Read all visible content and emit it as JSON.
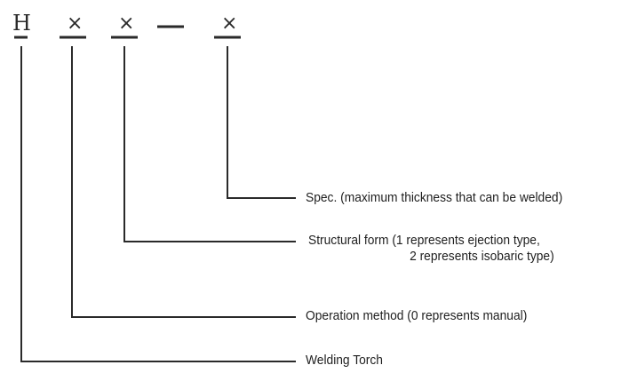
{
  "code": {
    "prefix": "H",
    "placeholder1": "×",
    "placeholder2": "×",
    "separator": "—",
    "placeholder3": "×"
  },
  "labels": {
    "spec": "Spec. (maximum thickness that can be welded)",
    "structural_line1": "Structural form (1 represents ejection type,",
    "structural_line2": "2 represents isobaric type)",
    "operation": "Operation method (0 represents manual)",
    "welding": "Welding Torch"
  },
  "colors": {
    "line": "#2a2a2a",
    "text": "#1e1e1e",
    "background": "#ffffff"
  }
}
